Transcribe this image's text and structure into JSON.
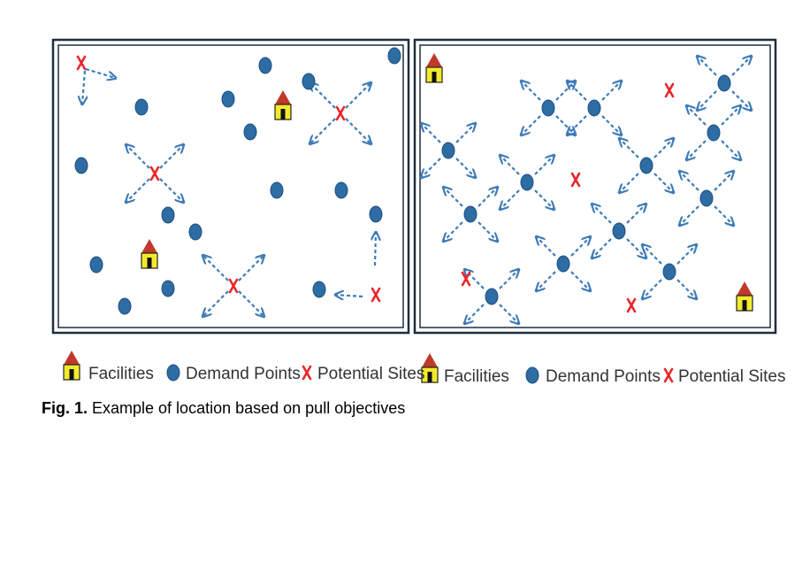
{
  "colors": {
    "frame": "#1f2d3d",
    "demand": "#2e6ca4",
    "demand_edge": "#1c4f80",
    "site": "#e8262a",
    "arrow": "#3f7cb8",
    "house_roof": "#c0392b",
    "house_wall": "#f2ea2d"
  },
  "icons": {
    "facility": "house-icon",
    "demand": "filled-circle-icon",
    "site": "red-x-icon"
  },
  "legend": {
    "left": {
      "facilities": "Facilities",
      "demand": "Demand Points",
      "sites": "Potential Sites"
    },
    "right": {
      "facilities": "Facilities",
      "demand": "Demand Points",
      "sites": "Potential Sites"
    }
  },
  "caption": {
    "label": "Fig. 1.",
    "text": " Example of location based on pull objectives"
  }
}
